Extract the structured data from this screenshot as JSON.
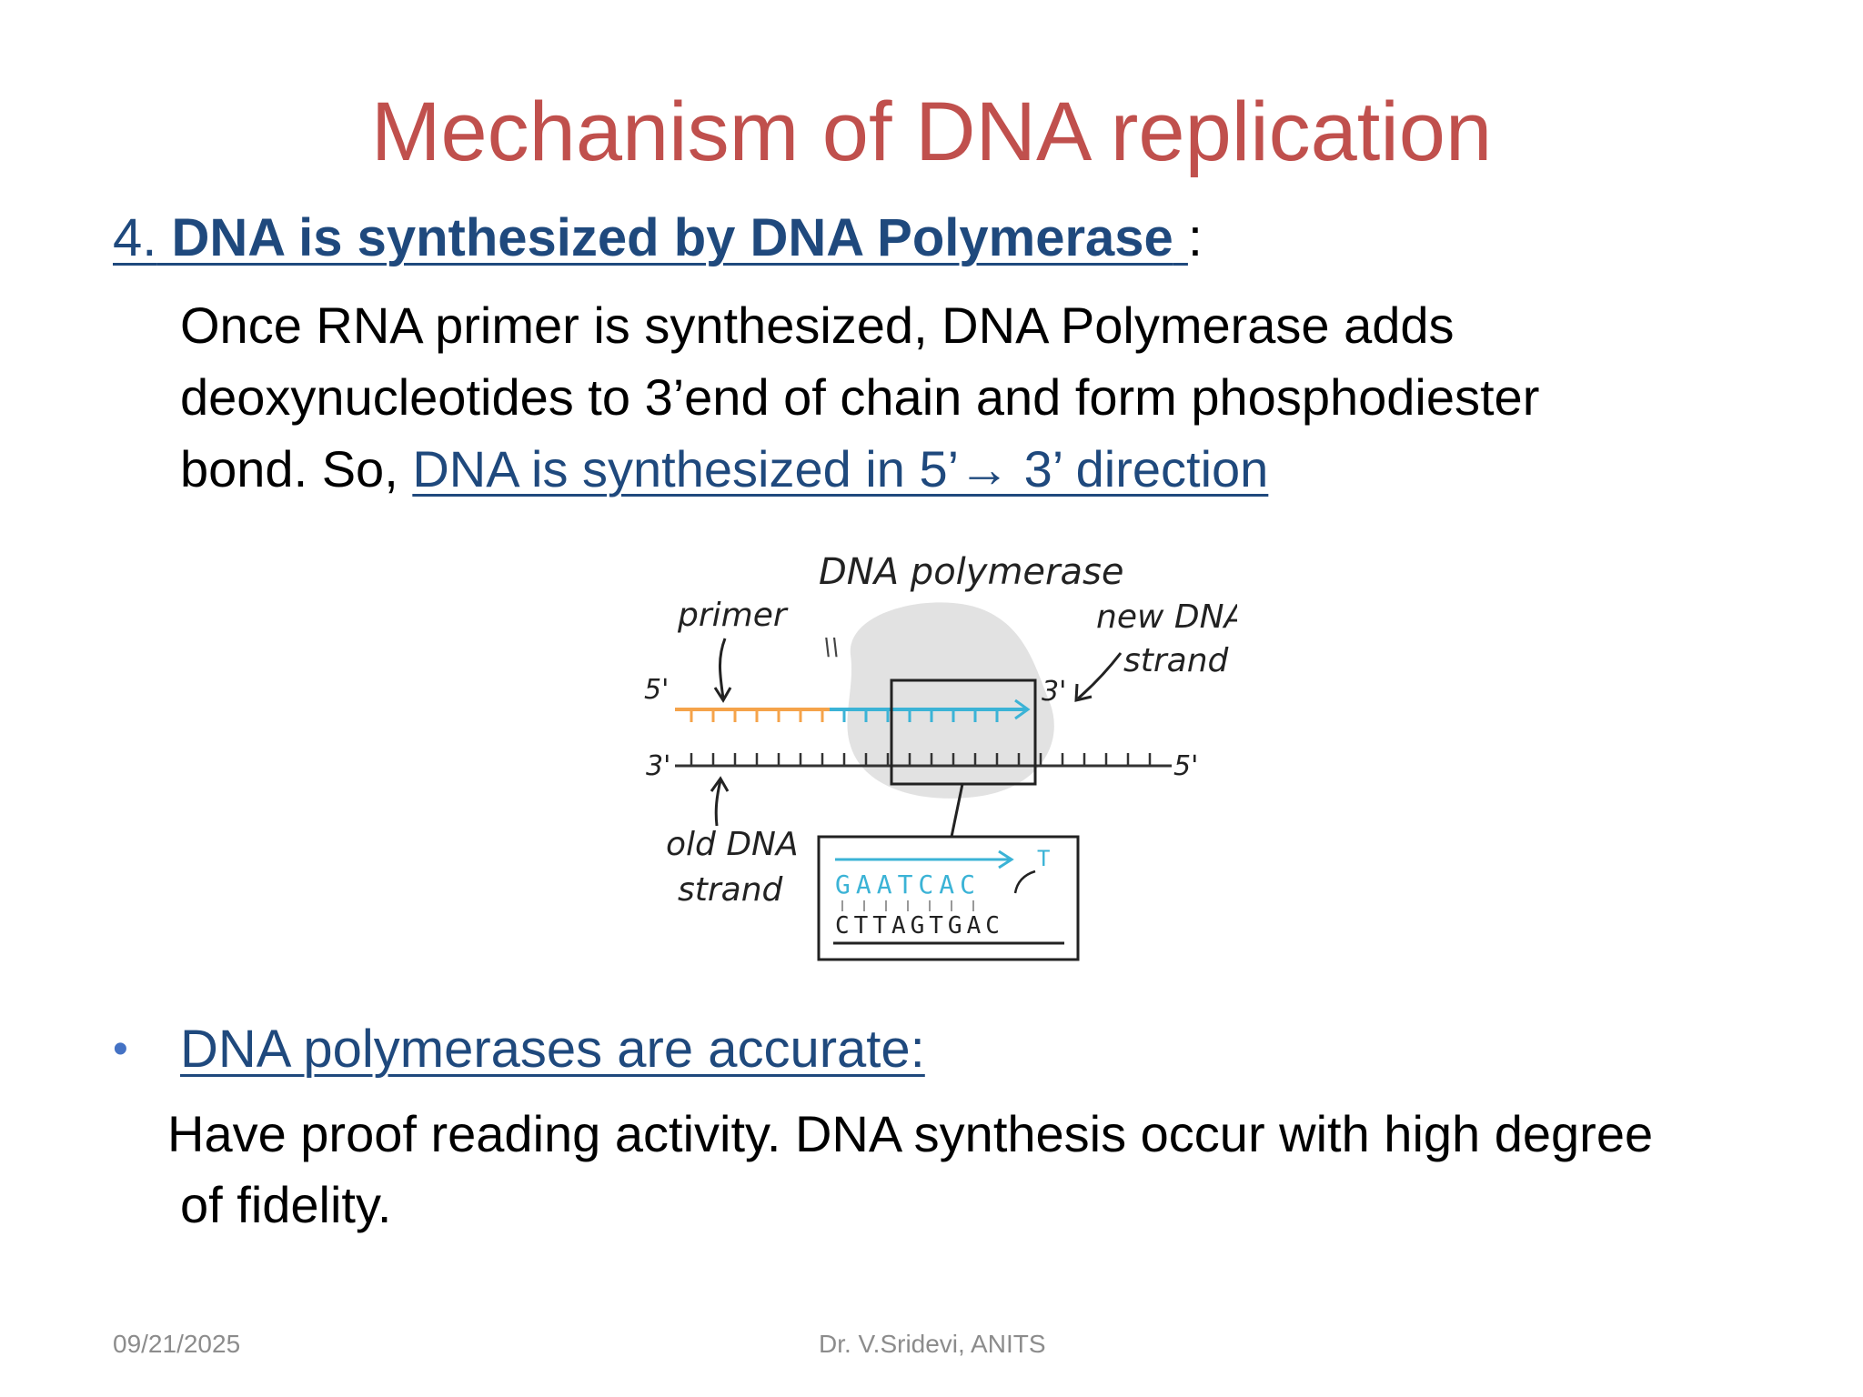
{
  "slide": {
    "title": "Mechanism of DNA replication",
    "heading": {
      "number": "4.",
      "bold_text": "DNA is synthesized by DNA Polymerase",
      "colon": ":"
    },
    "paragraph": {
      "line1": "Once RNA primer is synthesized, DNA Polymerase adds",
      "line2": "deoxynucleotides to 3’end of chain and form phosphodiester",
      "line3_prefix": "bond. So,",
      "line3_link": "DNA is synthesized  in  5’→ 3’ direction"
    },
    "figure": {
      "label_dna_polymerase": "DNA polymerase",
      "label_primer": "primer",
      "label_new_dna": "new DNA",
      "label_strand": "strand",
      "label_old_dna": "old DNA",
      "label_old_strand": "strand",
      "label_5prime_top": "5'",
      "label_3prime_top": "3'",
      "label_3prime_bottom": "3'",
      "label_5prime_bottom": "5'",
      "mark": "\\\\",
      "inset_new_seq": "GAATCAC",
      "inset_incoming": "T",
      "inset_template_seq": "CTTAGTGAC",
      "colors": {
        "primer": "#f5a34a",
        "new_strand": "#3bb3d6",
        "old_strand": "#333333",
        "polymerase_blob": "#e2e2e2"
      }
    },
    "bullet": {
      "text": "DNA polymerases are accurate:"
    },
    "paragraph2": {
      "line1": "Have proof reading activity. DNA synthesis occur with high degree",
      "line2": "of fidelity."
    },
    "footer": {
      "date": "09/21/2025",
      "author": "Dr. V.Sridevi, ANITS"
    }
  }
}
